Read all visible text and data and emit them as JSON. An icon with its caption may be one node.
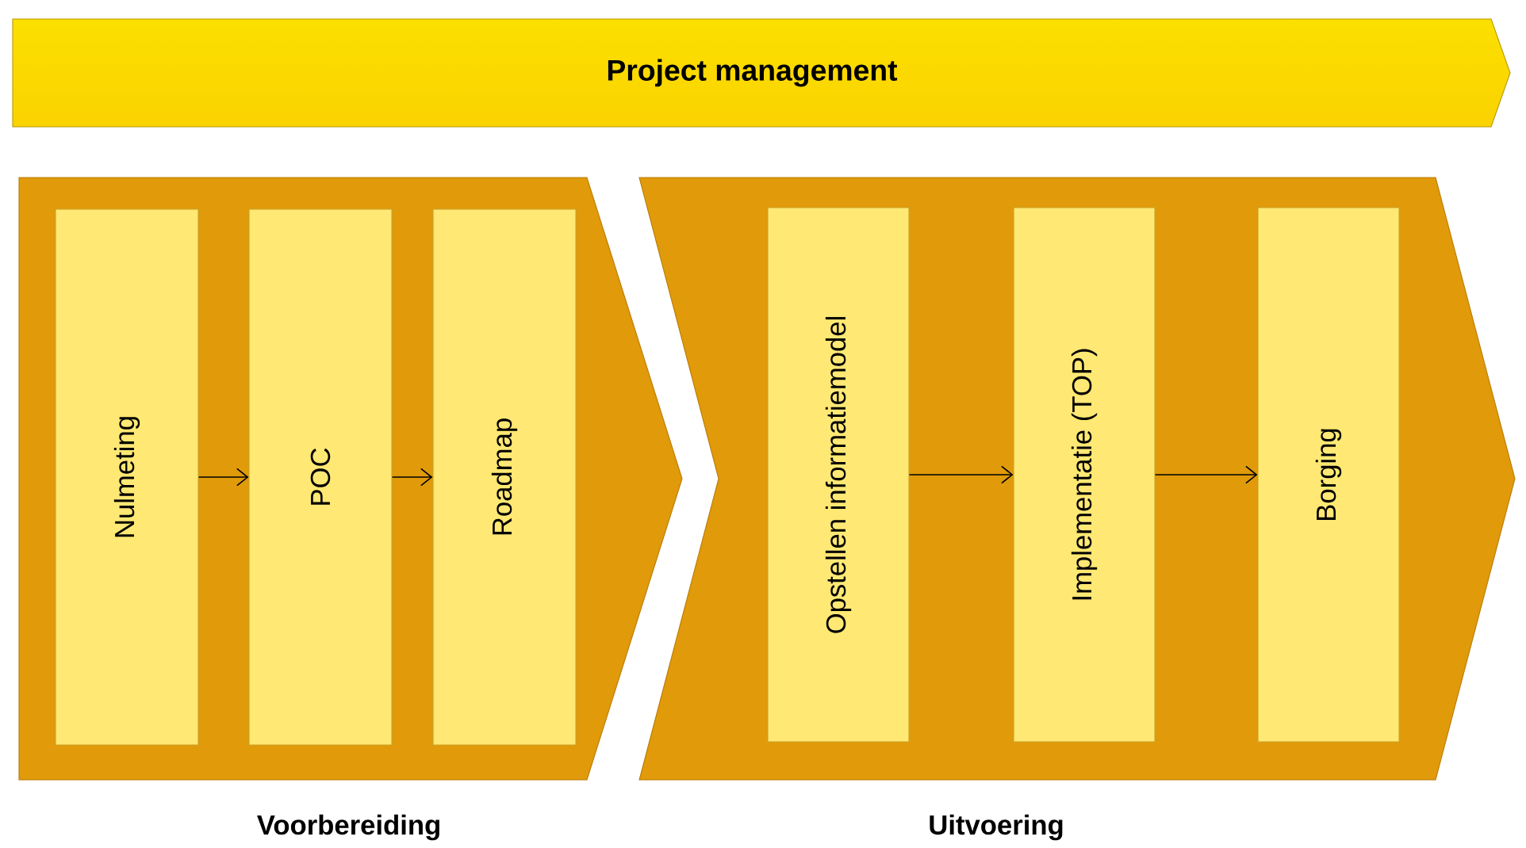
{
  "diagram": {
    "nodes": [
      {
        "text": [
          "Project management"
        ]
      },
      {
        "text": [
          "Voorbereiding"
        ]
      },
      {
        "text": [
          "Nulmeting"
        ],
        "in": 1
      },
      {
        "text": [
          "POC"
        ],
        "in": 1
      },
      {
        "text": [
          "Roadmap"
        ],
        "in": 1
      },
      {
        "text": [
          "Uitvoering"
        ]
      },
      {
        "text": [
          "Opstellen informatiemodel"
        ],
        "in": 5
      },
      {
        "text": [
          "Implementatie  (TOP)"
        ],
        "in": 5
      },
      {
        "text": [
          "Borging"
        ],
        "in": 5
      }
    ],
    "edges": [
      {
        "from": 2,
        "to": 3,
        "arrow": "to"
      },
      {
        "from": 3,
        "to": 4,
        "arrow": "to"
      },
      {
        "from": 6,
        "to": 7,
        "arrow": "to"
      },
      {
        "from": 7,
        "to": 8,
        "arrow": "to"
      }
    ]
  }
}
